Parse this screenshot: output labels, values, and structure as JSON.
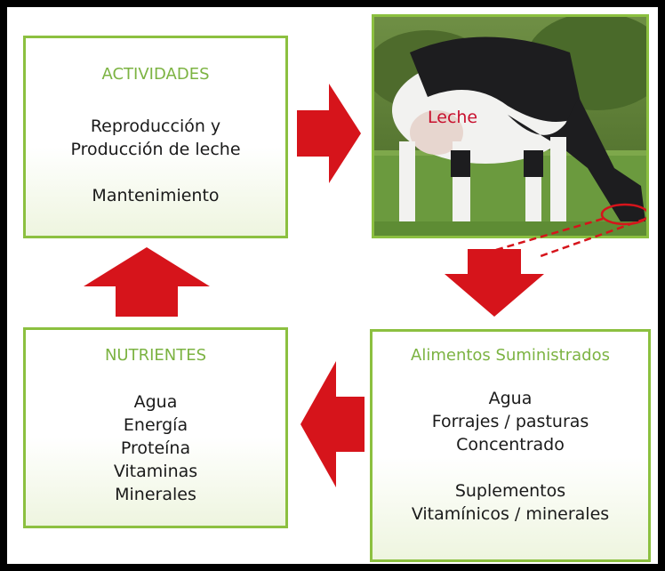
{
  "colors": {
    "accent_green": "#8cc040",
    "title_green": "#7cb342",
    "arrow_red": "#d6141b",
    "label_red": "#c8102e"
  },
  "activities": {
    "title": "ACTIVIDADES",
    "lines": [
      "Reproducción y",
      "Producción de leche",
      "",
      "Mantenimiento"
    ]
  },
  "photo": {
    "label": "Leche",
    "icon": "cow-photo"
  },
  "foods": {
    "title": "Alimentos Suministrados",
    "lines": [
      "Agua",
      "Forrajes / pasturas",
      "Concentrado",
      "",
      "Suplementos",
      "Vitamínicos / minerales"
    ]
  },
  "nutrients": {
    "title": "NUTRIENTES",
    "lines": [
      "Agua",
      "Energía",
      "Proteína",
      "Vitaminas",
      "Minerales"
    ]
  }
}
